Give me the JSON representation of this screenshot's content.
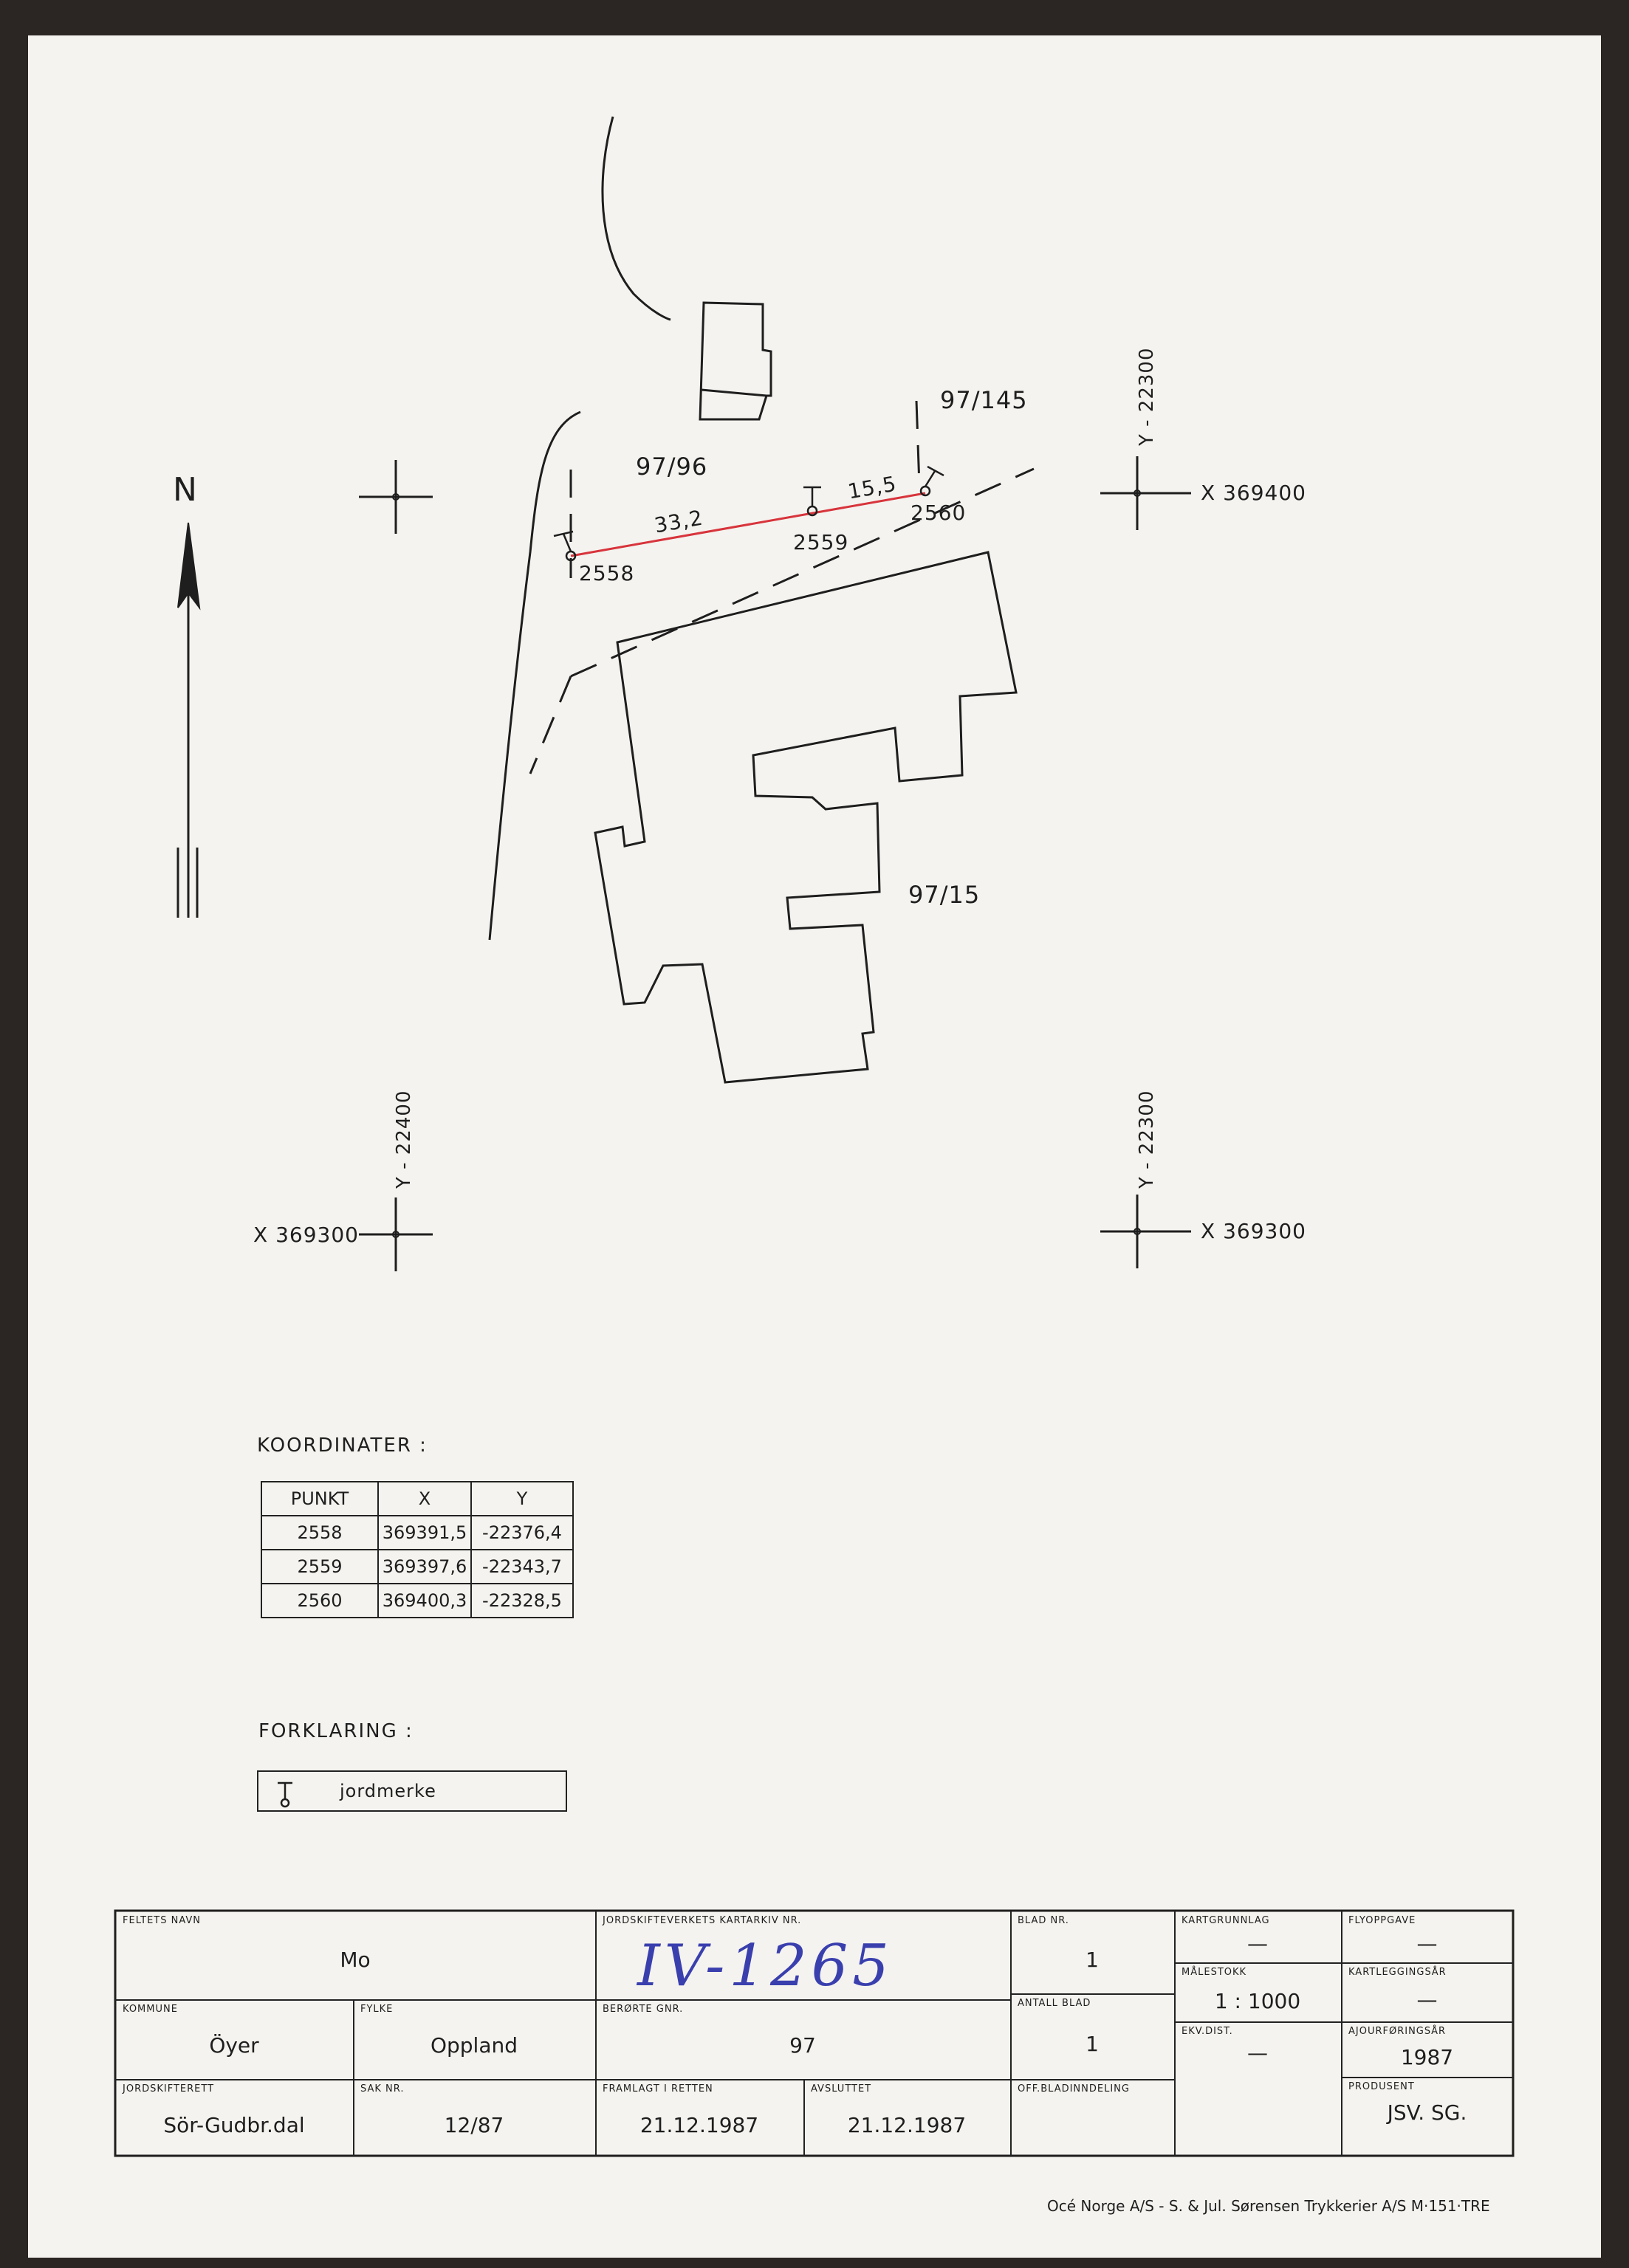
{
  "north_label": "N",
  "parcels": [
    "97/96",
    "97/145",
    "97/15"
  ],
  "points": [
    "2558",
    "2559",
    "2560"
  ],
  "distances": [
    "33,2",
    "15,5"
  ],
  "grid": {
    "top_right_y": "Y - 22300",
    "top_right_x": "X 369400",
    "bottom_left_y": "Y - 22400",
    "bottom_left_x": "X 369300",
    "bottom_right_y": "Y - 22300",
    "bottom_right_x": "X 369300"
  },
  "coordinates": {
    "title": "KOORDINATER :",
    "headers": [
      "PUNKT",
      "X",
      "Y"
    ],
    "rows": [
      [
        "2558",
        "369391,5",
        "-22376,4"
      ],
      [
        "2559",
        "369397,6",
        "-22343,7"
      ],
      [
        "2560",
        "369400,3",
        "-22328,5"
      ]
    ]
  },
  "legend": {
    "title": "FORKLARING :",
    "item": "jordmerke"
  },
  "title_block": {
    "feltets_navn_label": "FELTETS NAVN",
    "feltets_navn": "Mo",
    "kartarkiv_label": "JORDSKIFTEVERKETS KARTARKIV NR.",
    "kartarkiv": "IV-1265",
    "blad_nr_label": "BLAD NR.",
    "blad_nr": "1",
    "kartgrunnlag_label": "KARTGRUNNLAG",
    "kartgrunnlag": "—",
    "flyoppgave_label": "FLYOPPGAVE",
    "flyoppgave": "—",
    "malestokk_label": "MÅLESTOKK",
    "malestokk": "1 : 1000",
    "kartleggingsar_label": "KARTLEGGINGSÅR",
    "kartleggingsar": "—",
    "kommune_label": "KOMMUNE",
    "kommune": "Öyer",
    "fylke_label": "FYLKE",
    "fylke": "Oppland",
    "berorte_label": "BERØRTE GNR.",
    "berorte": "97",
    "antall_blad_label": "ANTALL BLAD",
    "antall_blad": "1",
    "ekv_dist_label": "EKV.DIST.",
    "ekv_dist": "—",
    "ajourforingsar_label": "AJOURFØRINGSÅR",
    "ajourforingsar": "1987",
    "jordskifterett_label": "JORDSKIFTERETT",
    "jordskifterett": "Sör-Gudbr.dal",
    "sak_nr_label": "SAK NR.",
    "sak_nr": "12/87",
    "framlagt_label": "FRAMLAGT I RETTEN",
    "framlagt": "21.12.1987",
    "avsluttet_label": "AVSLUTTET",
    "avsluttet": "21.12.1987",
    "off_bladinndeling_label": "OFF.BLADINNDELING",
    "produsent_label": "PRODUSENT",
    "produsent": "JSV. SG."
  },
  "footer": "Océ Norge A/S - S. & Jul. Sørensen Trykkerier A/S  M·151·TRE"
}
